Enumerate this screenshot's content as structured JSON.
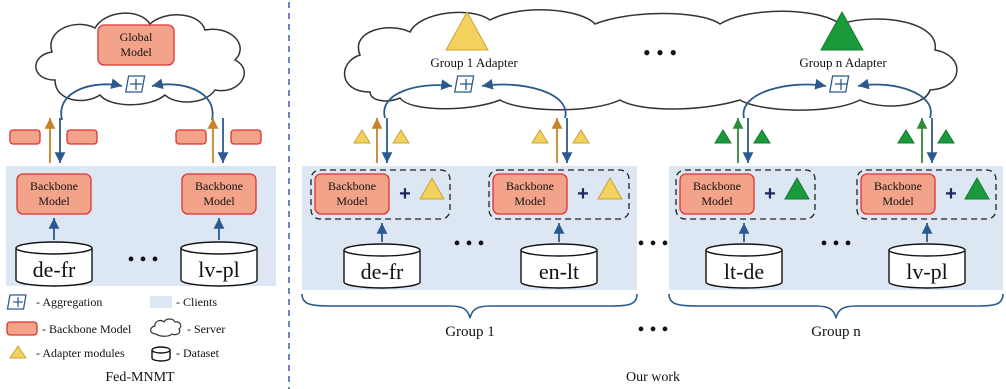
{
  "left": {
    "server_model": "Global\nModel",
    "backbone": "Backbone\nModel",
    "datasets": [
      "de-fr",
      "lv-pl"
    ],
    "dots": "• • •",
    "legend": [
      {
        "icon": "aggregation-icon",
        "label": "- Aggregation"
      },
      {
        "icon": "clients-icon",
        "label": "- Clients"
      },
      {
        "icon": "backbone-model-icon",
        "label": "- Backbone Model"
      },
      {
        "icon": "server-icon",
        "label": "- Server"
      },
      {
        "icon": "adapter-icon",
        "label": "- Adapter modules"
      },
      {
        "icon": "dataset-icon",
        "label": "- Dataset"
      }
    ],
    "caption": "Fed-MNMT"
  },
  "right": {
    "group1_adapter": "Group 1 Adapter",
    "groupn_adapter": "Group n Adapter",
    "backbone": "Backbone\nModel",
    "plus": "+",
    "datasets": [
      "de-fr",
      "en-lt",
      "lt-de",
      "lv-pl"
    ],
    "dots": "• • •",
    "group_labels": [
      "Group 1",
      "Group n"
    ],
    "caption": "Our work"
  },
  "colors": {
    "adapter_yellow": "#f2d15e",
    "adapter_green": "#1a9a3b",
    "backbone_fill": "#f4a38b",
    "backbone_border": "#d33333",
    "client_bg": "#dde6f3",
    "arrow_blue": "#2b5a8e",
    "arrow_orange": "#c8822a",
    "arrow_green": "#2e8b3a",
    "plus_navy": "#1b2a5a"
  }
}
